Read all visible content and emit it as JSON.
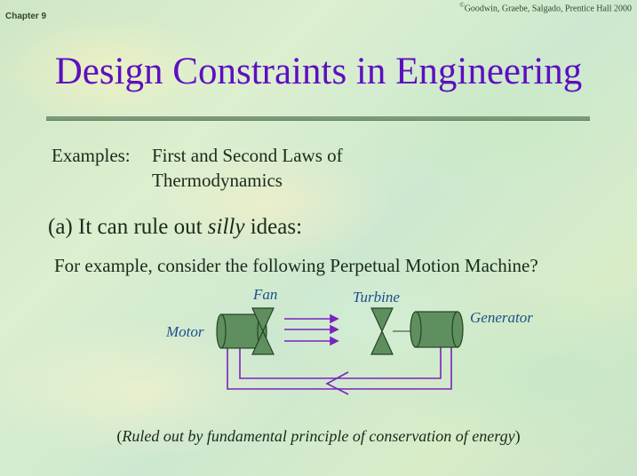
{
  "header": {
    "chapter": "Chapter 9",
    "credit_mark": "©",
    "credit": "Goodwin, Graebe, Salgado, Prentice Hall 2000"
  },
  "title": "Design Constraints in Engineering",
  "examples": {
    "label": "Examples:",
    "line1": "First and Second Laws of",
    "line2": "Thermodynamics"
  },
  "point_a": {
    "prefix": "(a)  It can rule out ",
    "emphasis": "silly",
    "suffix": " ideas:"
  },
  "for_example": "For example, consider the following Perpetual Motion Machine?",
  "diagram": {
    "labels": {
      "fan": "Fan",
      "turbine": "Turbine",
      "generator": "Generator",
      "motor": "Motor"
    },
    "colors": {
      "component_fill": "#5f8f5f",
      "component_stroke": "#234523",
      "wire": "#7a22c0",
      "label": "#1e4e8a"
    }
  },
  "caption": {
    "open": "(",
    "text": "Ruled out by fundamental principle of conservation of energy",
    "close": ")"
  }
}
